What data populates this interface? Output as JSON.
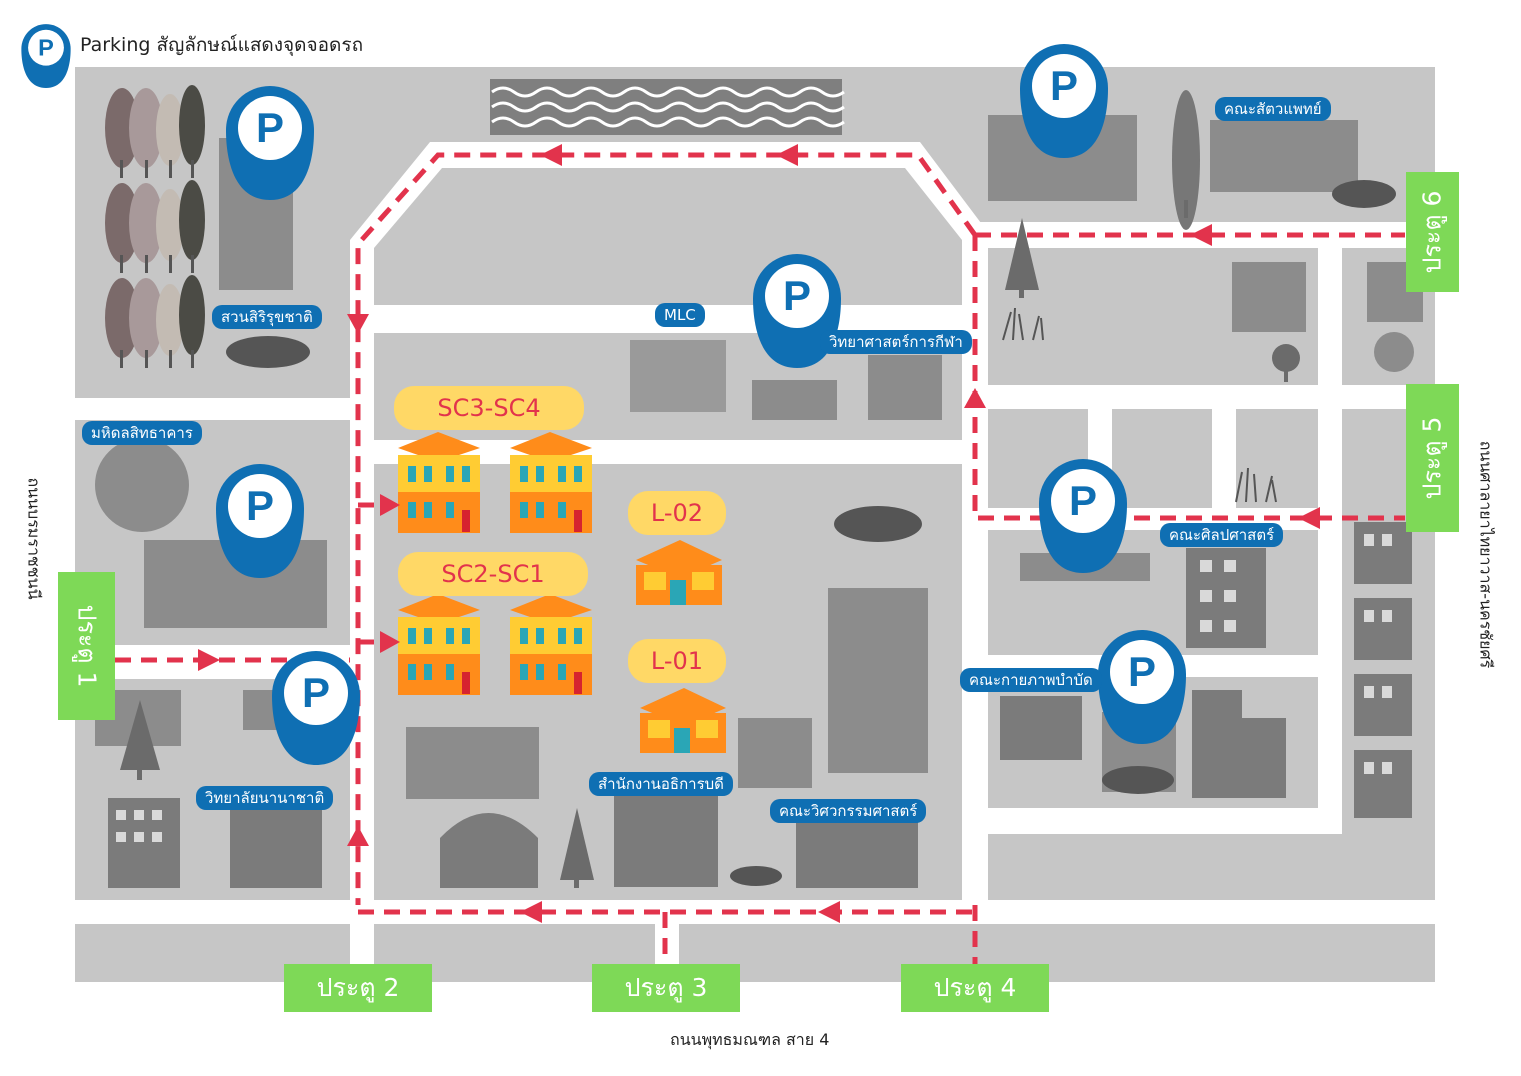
{
  "legend": {
    "text": "Parking สัญลักษณ์แสดงจุดจอดรถ",
    "icon": "parking-pin-icon",
    "pin_color": "#0f6fb3"
  },
  "roads": {
    "bottom": "ถนนพุทธมณฑล สาย 4",
    "left": "ถนนบรมราชชนนี",
    "right": "ถนนศาลายาไทยาวาส-นครชัยศรี"
  },
  "gates": {
    "g1": "ประตู 1",
    "g2": "ประตู 2",
    "g3": "ประตู 3",
    "g4": "ประตู 4",
    "g5": "ประตู 5",
    "g6": "ประตู 6"
  },
  "places": {
    "suan": "สวนสิริรุขชาติ",
    "mahidol_hall": "มหิดลสิทธาคาร",
    "mlc": "MLC",
    "sport_sci": "วิทยาศาสตร์การกีฬา",
    "vet": "คณะสัตวแพทย์",
    "liberal_arts": "คณะศิลปศาสตร์",
    "physio": "คณะกายภาพบำบัด",
    "president_office": "สำนักงานอธิการบดี",
    "engineering": "คณะวิศวกรรมศาสตร์",
    "intl_college": "วิทยาลัยนานาชาติ"
  },
  "buildings": {
    "sc34": "SC3-SC4",
    "sc21": "SC2-SC1",
    "l02": "L-02",
    "l01": "L-01"
  },
  "colors": {
    "block": "#c6c6c6",
    "building": "#8c8c8c",
    "road": "#ffffff",
    "route": "#e2334c",
    "gate": "#7ed957",
    "label": "#0f6fb3",
    "highlight_label": "#ffd866"
  }
}
